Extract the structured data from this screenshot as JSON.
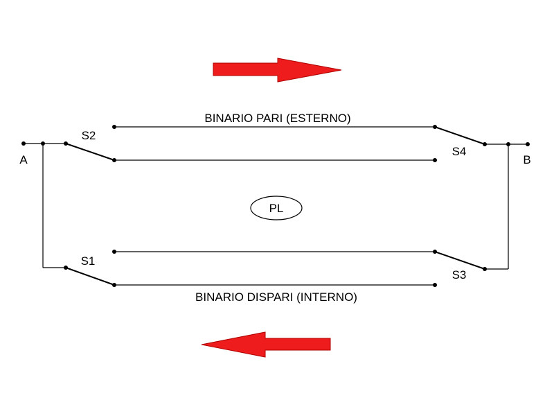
{
  "colors": {
    "arrow": "#ee1c1c",
    "arrow_stroke": "#b00000",
    "line": "#000000"
  },
  "tracks": {
    "even_label": "BINARIO PARI (ESTERNO)",
    "odd_label": "BINARIO DISPARI (INTERNO)"
  },
  "platform": {
    "label": "PL"
  },
  "terminals": {
    "a": "A",
    "b": "B"
  },
  "switches": {
    "s1": "S1",
    "s2": "S2",
    "s3": "S3",
    "s4": "S4"
  },
  "arrows": {
    "top": "right-arrow",
    "bottom": "left-arrow"
  }
}
